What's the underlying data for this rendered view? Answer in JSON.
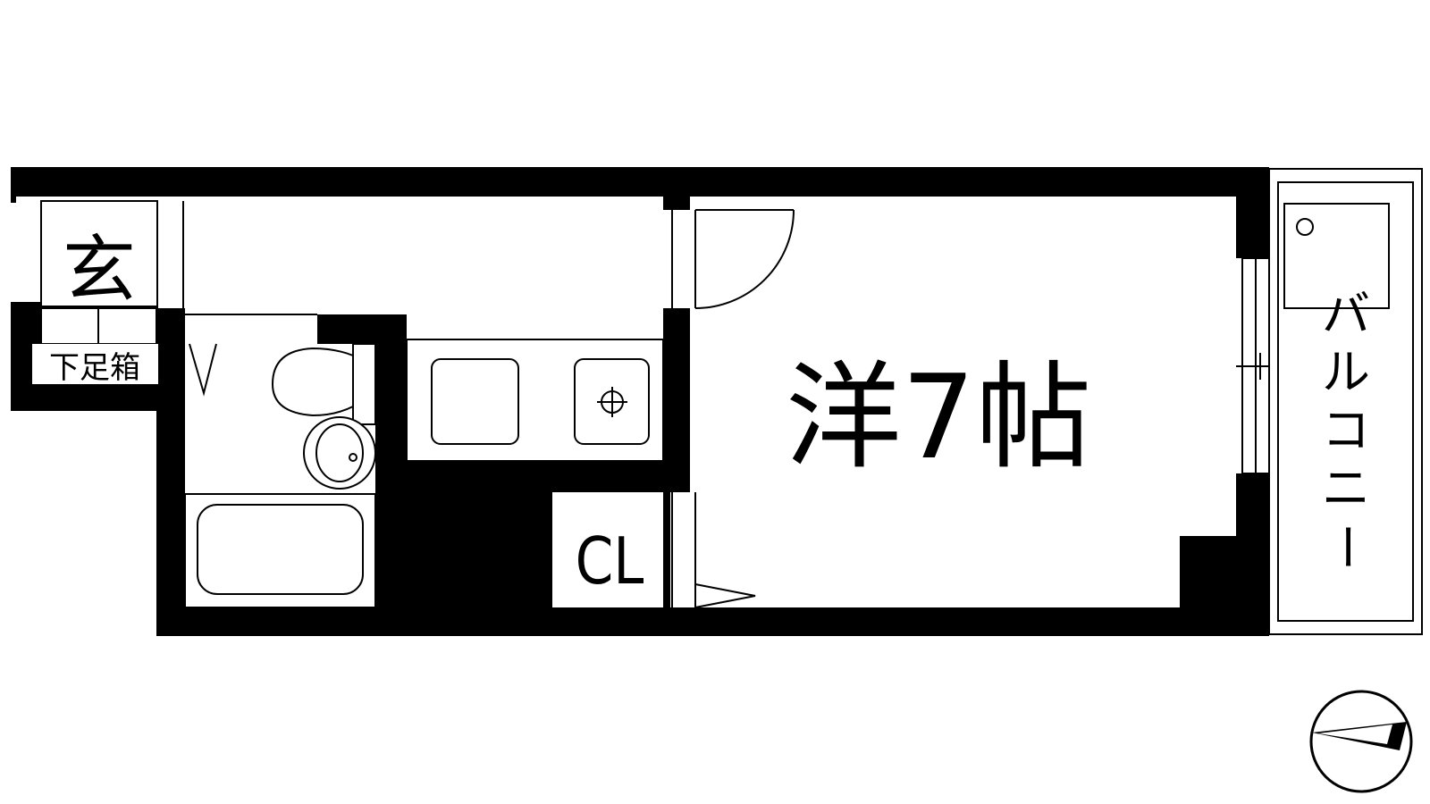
{
  "labels": {
    "genkan": "玄",
    "shoes_box": "下足箱",
    "western_room": "洋7帖",
    "closet": "CL",
    "balcony": [
      "バ",
      "ル",
      "コ",
      "ニ",
      "ー"
    ]
  },
  "colors": {
    "wall": "#000000",
    "background": "#ffffff",
    "line": "#000000"
  },
  "icons": [
    "compass-icon",
    "stove-burner-icon",
    "toilet-icon",
    "washbasin-icon",
    "bathtub-icon",
    "sink-icon"
  ]
}
